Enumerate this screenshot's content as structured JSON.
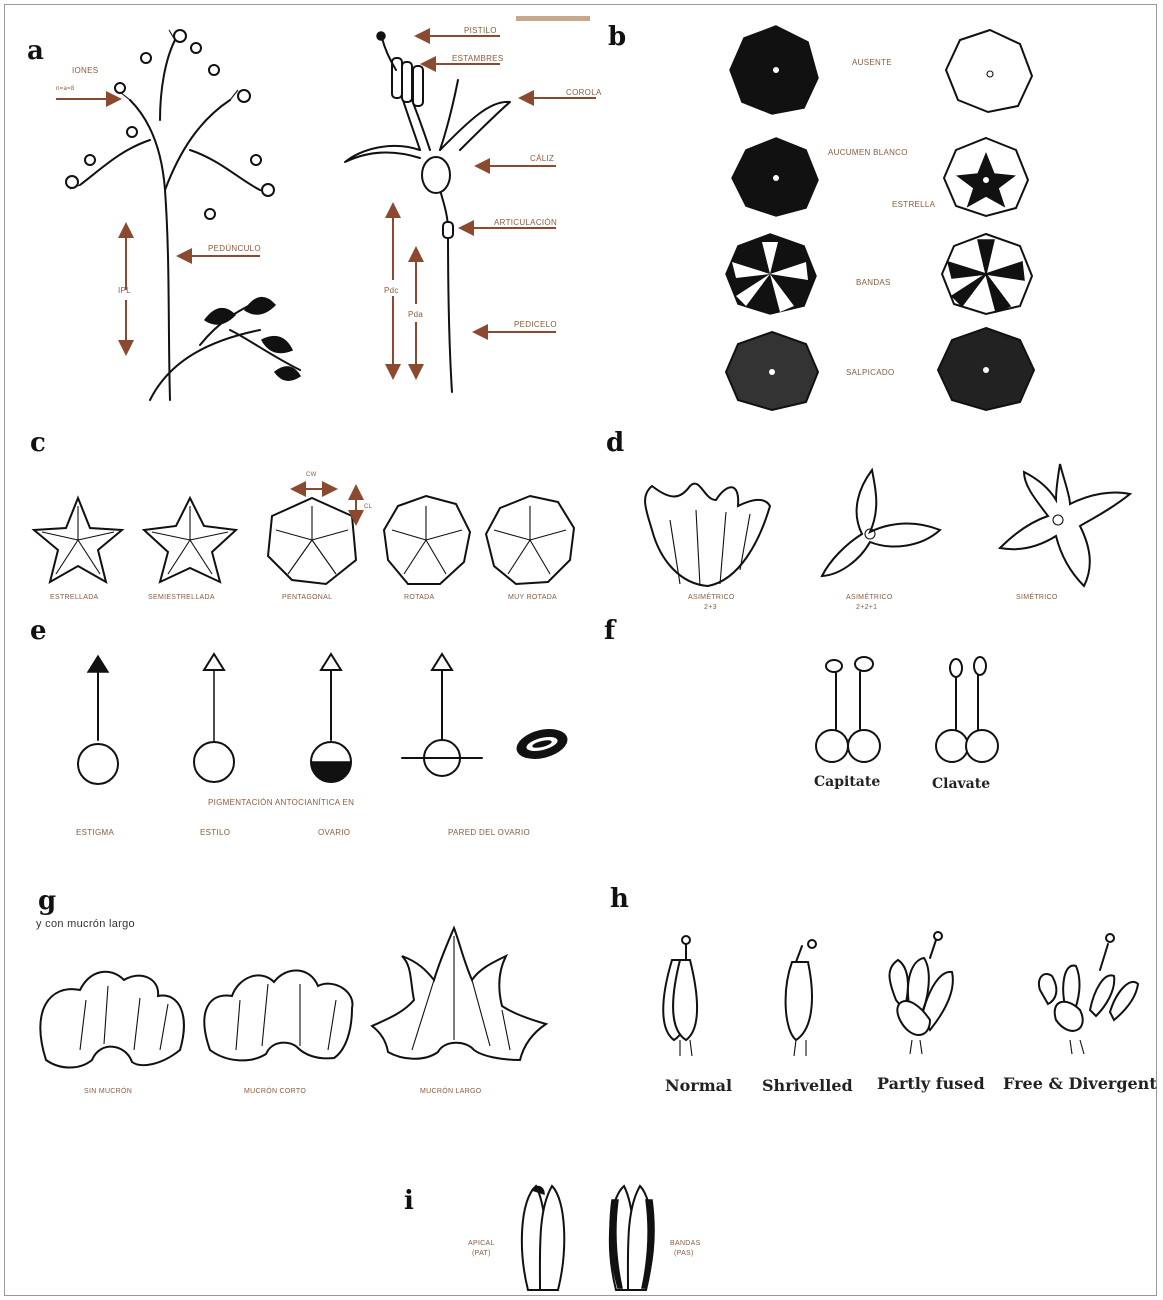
{
  "panels": {
    "a": {
      "letter": "a",
      "iones": "IONES",
      "iones_sub": "n=a=8",
      "peduncle": "PEDÚNCULO",
      "ipl": "IPL",
      "pistil": "PISTILO",
      "stamens": "ESTAMBRES",
      "corolla": "COROLA",
      "calyx": "CÁLIZ",
      "articulation": "ARTICULACIÓN",
      "pedicel": "PEDICELO",
      "pdc": "Pdc",
      "pda": "Pda"
    },
    "b": {
      "letter": "b",
      "absent": "AUSENTE",
      "white_acumen": "AUCUMEN BLANCO",
      "star": "ESTRELLA",
      "bands": "BANDAS",
      "speckled": "SALPICADO"
    },
    "c": {
      "letter": "c",
      "cw": "CW",
      "cl": "CL",
      "shapes": [
        "ESTRELLADA",
        "SEMIESTRELLADA",
        "PENTAGONAL",
        "ROTADA",
        "MUY ROTADA"
      ]
    },
    "d": {
      "letter": "d",
      "asym1": "ASIMÉTRICO",
      "asym1_sub": "2+3",
      "asym2": "ASIMÉTRICO",
      "asym2_sub": "2+2+1",
      "sym": "SIMÉTRICO"
    },
    "e": {
      "letter": "e",
      "title": "PIGMENTACIÓN ANTOCIANÍTICA EN",
      "labels": [
        "ESTIGMA",
        "ESTILO",
        "OVARIO",
        "PARED DEL OVARIO"
      ]
    },
    "f": {
      "letter": "f",
      "capitate": "Capitate",
      "clavate": "Clavate"
    },
    "g": {
      "letter": "g",
      "fragment": "y con mucrón largo",
      "labels": [
        "SIN MUCRÓN",
        "MUCRÓN CORTO",
        "MUCRÓN LARGO"
      ]
    },
    "h": {
      "letter": "h",
      "labels": [
        "Normal",
        "Shrivelled",
        "Partly fused",
        "Free & Divergent"
      ]
    },
    "i": {
      "letter": "i",
      "apical": "APICAL",
      "apical_sub": "(PAT)",
      "bands": "BANDAS",
      "bands_sub": "(PAS)"
    }
  },
  "colors": {
    "label": "#8b5a3c",
    "arrow": "#8b4a30",
    "ink": "#111111",
    "frame": "#9a9a9a",
    "bar": "#c8a88a"
  }
}
